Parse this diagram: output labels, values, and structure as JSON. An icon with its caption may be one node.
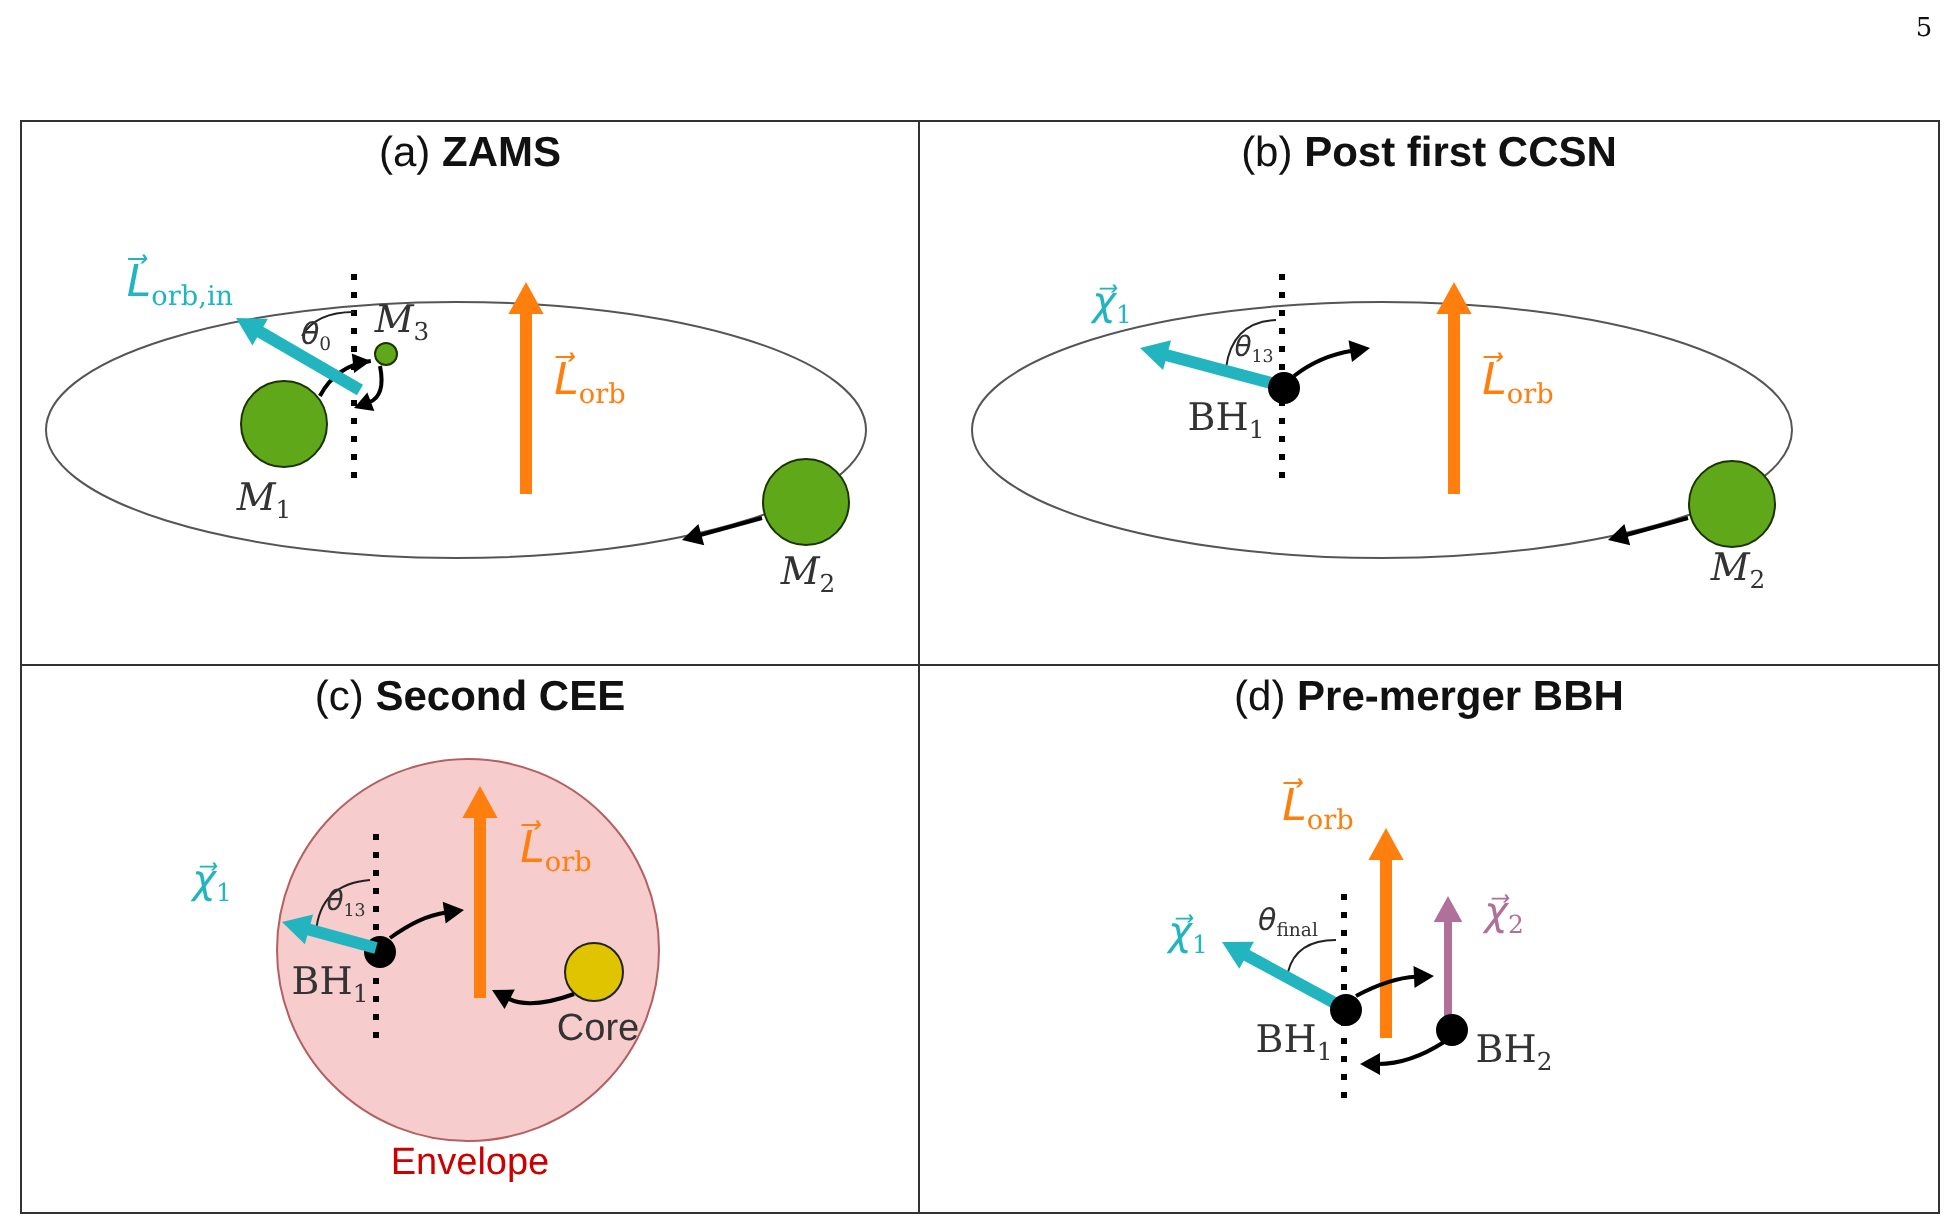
{
  "diagram": {
    "nodes": [
      {
        "text": [
          "(a) **ZAMS**"
        ]
      },
      {
        "text": [],
        "shape": "circle",
        "in": 0,
        "beside": [
          "*M*$_{1}$"
        ]
      },
      {
        "text": [],
        "shape": "circle",
        "in": 0,
        "beside": [
          "*M*$_{3}$"
        ]
      },
      {
        "text": [],
        "shape": "circle",
        "in": 0,
        "beside": [
          "*M*$_{2}$"
        ]
      },
      {
        "text": [
          "(b) **Post first CCSN**"
        ]
      },
      {
        "text": [],
        "shape": "circle",
        "in": 4,
        "beside": [
          "BH$_{1}$"
        ]
      },
      {
        "text": [],
        "shape": "circle",
        "in": 4,
        "beside": [
          "*M*$_{2}$"
        ]
      },
      {
        "text": [
          "(c) **Second CEE**"
        ]
      },
      {
        "text": [],
        "shape": "circle",
        "in": 7,
        "beside": [
          "Envelope"
        ]
      },
      {
        "text": [],
        "shape": "circle",
        "in": 8,
        "beside": [
          "BH$_{1}$"
        ]
      },
      {
        "text": [],
        "shape": "circle",
        "in": 8,
        "beside": [
          "Core"
        ]
      },
      {
        "text": [
          "(d) **Pre-merger BBH**"
        ]
      },
      {
        "text": [],
        "shape": "circle",
        "in": 11,
        "beside": [
          "BH$_{1}$"
        ]
      },
      {
        "text": [],
        "shape": "circle",
        "in": 11,
        "beside": [
          "BH$_{2}$"
        ]
      }
    ],
    "edges": [
      {
        "from": 1,
        "to": 2,
        "arrow": "to"
      }
    ],
    "labels": [
      "5",
      "*L⃗*$_{orb,in}$",
      "*θ*$_{0}$",
      "*L⃗*$_{orb}$",
      "*χ⃗*$_{1}$",
      "*θ*$_{13}$",
      "*L⃗*$_{orb}$",
      "*χ⃗*$_{1}$",
      "*θ*$_{13}$",
      "*L⃗*$_{orb}$",
      "*L⃗*$_{orb}$",
      "*χ⃗*$_{2}$",
      "*χ⃗*$_{1}$",
      "*θ*$_{final}$"
    ]
  }
}
